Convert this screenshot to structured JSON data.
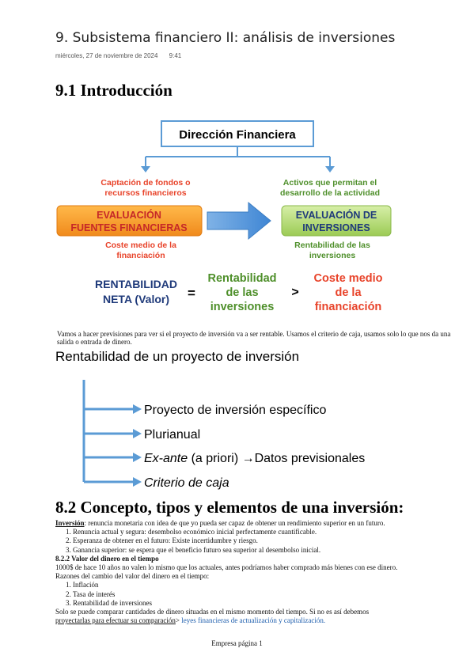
{
  "doc": {
    "title": "9. Subsistema financiero II: análisis de inversiones",
    "date": "miércoles, 27 de noviembre de 2024",
    "time": "9:41",
    "h1": "9.1 Introducción",
    "h2": "8.2 Concepto, tipos y elementos de una inversión:",
    "footer": "Empresa página 1"
  },
  "fig1": {
    "top_box": "Dirección Financiera",
    "left_caption_1": "Captación de fondos o",
    "left_caption_2": "recursos financieros",
    "right_caption_1": "Activos que permitan el",
    "right_caption_2": "desarrollo de la actividad",
    "left_box_1": "EVALUACIÓN",
    "left_box_2": "FUENTES FINANCIERAS",
    "right_box_1": "EVALUACIÓN DE",
    "right_box_2": "INVERSIONES",
    "left_sub_1": "Coste medio de la",
    "left_sub_2": "financiación",
    "right_sub_1": "Rentabilidad de las",
    "right_sub_2": "inversiones",
    "rn_1": "RENTABILIDAD",
    "rn_2": "NETA (Valor)",
    "eq": "=",
    "ri_1": "Rentabilidad",
    "ri_2": "de las",
    "ri_3": "inversiones",
    "gt": ">",
    "cm_1": "Coste medio",
    "cm_2": "de la",
    "cm_3": "financiación",
    "colors": {
      "box_border": "#5b9bd5",
      "red": "#e8432a",
      "green": "#4e8f2a",
      "navy": "#1f3a7a"
    }
  },
  "intro": {
    "paragraph": "Vamos a hacer previsiones para ver si el proyecto de inversión va a ser rentable. Usamos el criterio de caja, usamos solo lo que nos da una salida o entrada de dinero."
  },
  "fig2": {
    "title": "Rentabilidad de un proyecto de inversión",
    "item1": "Proyecto de inversión específico",
    "item2": "Plurianual",
    "item3a": "Ex-ante",
    "item3b": " (a priori) →Datos previsionales",
    "item4": "Criterio de caja"
  },
  "section": {
    "inv_label": "Inversión",
    "inv_text": ": renuncia monetaria con idea de que yo pueda ser capaz de obtener un rendimiento superior en un futuro.",
    "list1": [
      "Renuncia actual y segura: desembolso económico inicial perfectamente cuantificable.",
      "Esperanza de obtener en el futuro: Existe incertidumbre y riesgo.",
      "Ganancia superior: se espera que el beneficio futuro sea superior al desembolso inicial."
    ],
    "sub_heading": "8.2.2 Valor del dinero en el tiempo",
    "p1": "1000$ de hace 10 años no valen lo mismo que los actuales, antes podríamos haber comprado más bienes con ese dinero.",
    "p2": "Razones del cambio del valor del dinero en el tiempo:",
    "list2": [
      "Inflación",
      "Tasa de interés",
      "Rentabilidad de inversiones"
    ],
    "p3": "Solo se puede comparar cantidades de dinero situadas en el mismo momento del tiempo. Si no es así debemos",
    "p4_u": "proyectarlas para efectuar su comparación",
    "p4_arrow": "> ",
    "p4_blue": "leyes financieras de actualización y capitalización."
  }
}
